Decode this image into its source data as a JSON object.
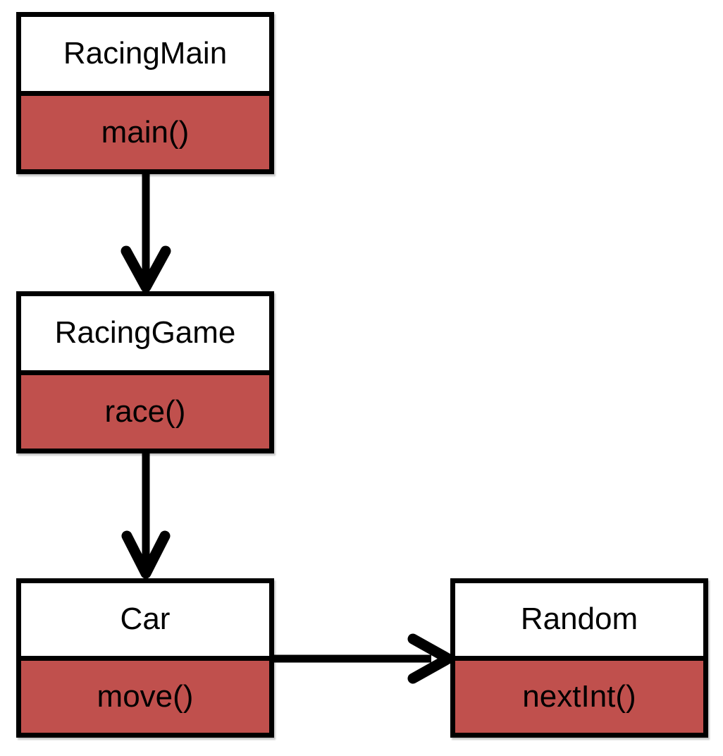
{
  "colors": {
    "background": "#ffffff",
    "box_border": "#000000",
    "header_fill": "#ffffff",
    "method_fill": "#c0504d",
    "text": "#000000",
    "arrow": "#000000"
  },
  "diagram": {
    "type": "call-graph",
    "boxes": [
      {
        "class_name": "RacingMain",
        "method": "main()"
      },
      {
        "class_name": "RacingGame",
        "method": "race()"
      },
      {
        "class_name": "Car",
        "method": "move()"
      },
      {
        "class_name": "Random",
        "method": "nextInt()"
      }
    ],
    "edges": [
      {
        "from": "RacingMain.main()",
        "to": "RacingGame",
        "direction": "down"
      },
      {
        "from": "RacingGame.race()",
        "to": "Car",
        "direction": "down"
      },
      {
        "from": "Car.move()",
        "to": "Random",
        "direction": "right"
      }
    ]
  }
}
